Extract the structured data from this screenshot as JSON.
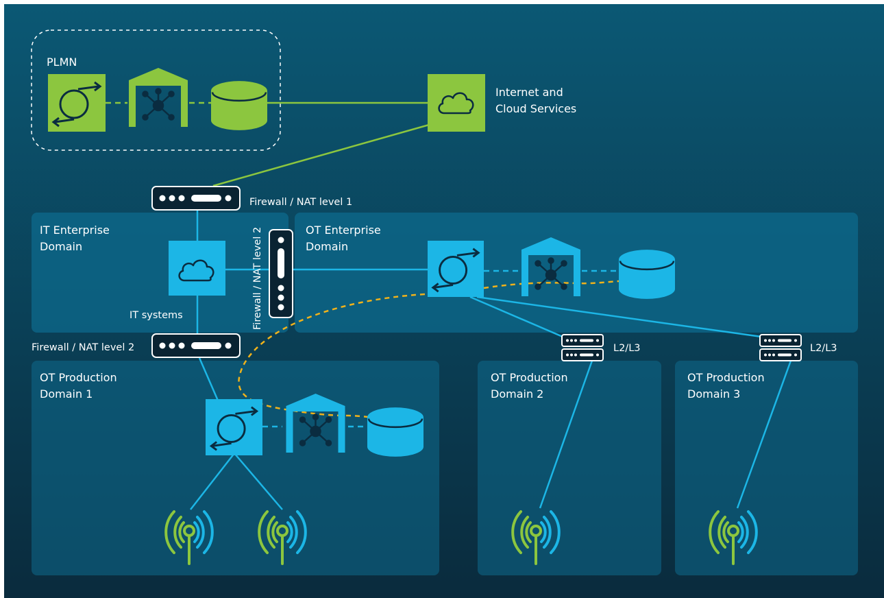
{
  "colors": {
    "background_top": "#0b5772",
    "background_bottom": "#0b2a3c",
    "domain_box": "#0d6688",
    "green": "#8cc63f",
    "blue": "#1cb6e6",
    "link_yellow": "#f0b21b",
    "device_dark": "#0a2332"
  },
  "labels": {
    "plmn": "PLMN",
    "internet": [
      "Internet and",
      "Cloud Services"
    ],
    "firewall_nat_1": "Firewall / NAT level 1",
    "firewall_nat_2_vertical": "Firewall / NAT level 2",
    "firewall_nat_2": "Firewall / NAT level 2",
    "it_enterprise": [
      "IT Enterprise",
      "Domain"
    ],
    "ot_enterprise": [
      "OT Enterprise",
      "Domain"
    ],
    "it_systems": "IT systems",
    "ot_prod_1": [
      "OT Production",
      "Domain 1"
    ],
    "ot_prod_2": [
      "OT Production",
      "Domain 2"
    ],
    "ot_prod_3": [
      "OT Production",
      "Domain 3"
    ],
    "l2l3_a": "L2/L3",
    "l2l3_b": "L2/L3"
  },
  "icons": {
    "plmn_core": "rotation-arrows-icon",
    "plmn_edge": "hub-house-icon",
    "plmn_storage": "database-icon",
    "internet_cloud": "cloud-icon",
    "it_cloud": "cloud-icon",
    "ot_core": "rotation-arrows-icon",
    "ot_edge": "hub-house-icon",
    "ot_storage": "database-icon",
    "prod1_core": "rotation-arrows-icon",
    "prod1_edge": "hub-house-icon",
    "prod1_storage": "database-icon",
    "firewall": "firewall-device-icon",
    "switch": "switch-device-icon",
    "radio": "radio-antenna-icon"
  }
}
